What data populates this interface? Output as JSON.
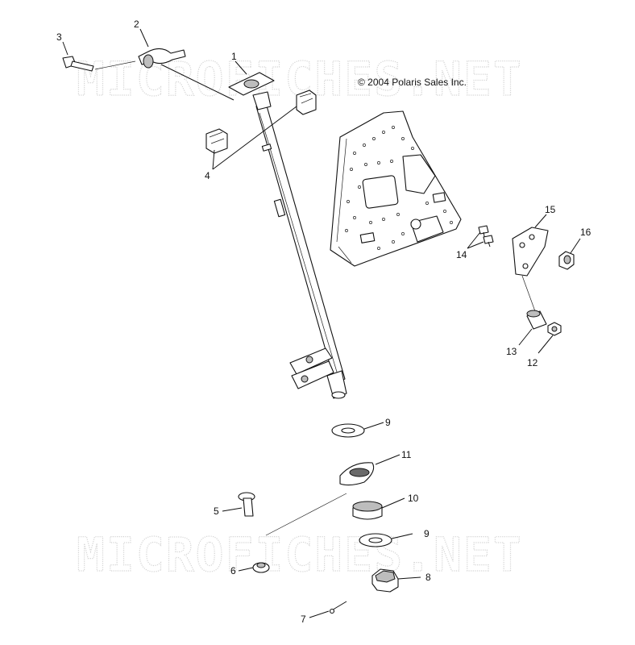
{
  "watermark": "MICROFICHES.NET",
  "copyright": "© 2004 Polaris Sales Inc.",
  "callouts": [
    "1",
    "2",
    "3",
    "4",
    "5",
    "6",
    "7",
    "8",
    "9",
    "9",
    "10",
    "11",
    "12",
    "13",
    "14",
    "15",
    "16"
  ]
}
